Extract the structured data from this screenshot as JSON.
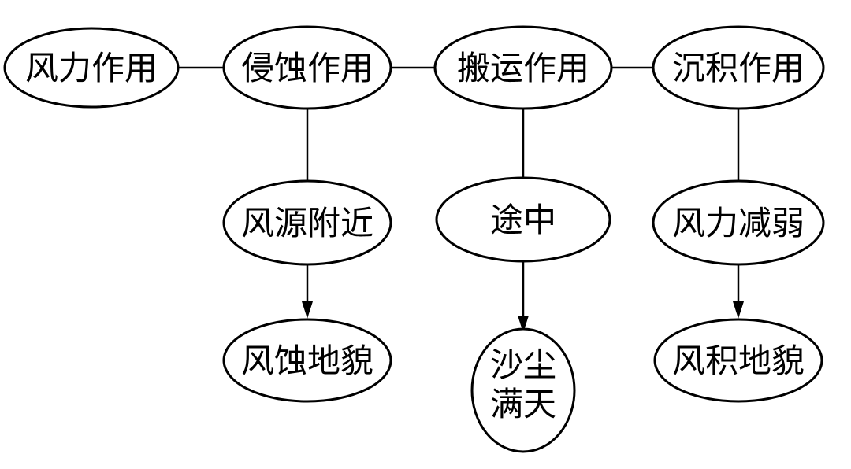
{
  "nodes": {
    "wind_action": "风力作用",
    "erosion": "侵蚀作用",
    "transport": "搬运作用",
    "deposition": "沉积作用",
    "near_source": "风源附近",
    "en_route": "途中",
    "wind_weakens": "风力减弱",
    "erosion_landform": "风蚀地貌",
    "sandstorm_line1": "沙尘",
    "sandstorm_line2": "满天",
    "deposition_landform": "风积地貌"
  }
}
